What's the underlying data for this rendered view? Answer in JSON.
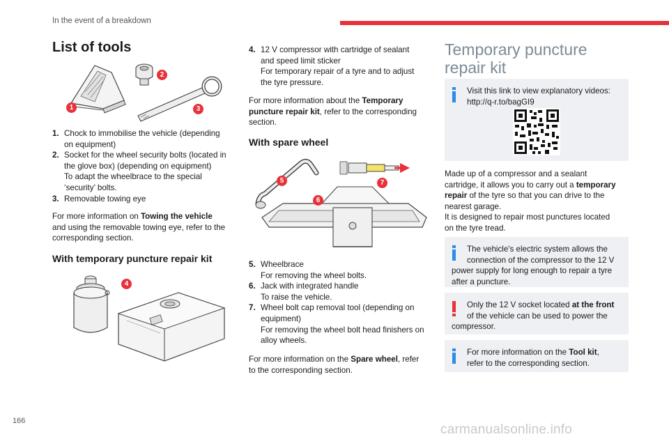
{
  "header": {
    "section": "In the event of a breakdown"
  },
  "page_number": "166",
  "footer": {
    "watermark": "carmanualsonline.info"
  },
  "col1": {
    "title": "List of tools",
    "badges": [
      "1",
      "2",
      "3"
    ],
    "items": [
      {
        "num": "1.",
        "lines": [
          "Chock to immobilise the vehicle (depending",
          "on equipment)"
        ]
      },
      {
        "num": "2.",
        "lines": [
          "Socket for the wheel security bolts (located in",
          "the glove box) (depending on equipment)",
          "To adapt the wheelbrace to the special",
          "‘security’ bolts."
        ]
      },
      {
        "num": "3.",
        "lines": [
          "Removable towing eye"
        ]
      }
    ],
    "more_info": {
      "pre": "For more information on ",
      "bold": "Towing the vehicle",
      "post": "and using the removable towing eye, refer to the",
      "post2": "corresponding section."
    },
    "subheading": "With temporary puncture repair kit",
    "badge4": "4"
  },
  "col2": {
    "item4": {
      "num": "4.",
      "lines": [
        "12 V compressor with cartridge of sealant",
        "and speed limit sticker",
        "For temporary repair of a tyre and to adjust",
        "the tyre pressure."
      ]
    },
    "more_info": {
      "pre": "For more information about the ",
      "bold1": "Temporary",
      "bold2": "puncture repair kit",
      "post": ", refer to the corresponding",
      "post2": "section."
    },
    "subheading": "With spare wheel",
    "badges": [
      "5",
      "6",
      "7"
    ],
    "items": [
      {
        "num": "5.",
        "lines": [
          "Wheelbrace",
          "For removing the wheel bolts."
        ]
      },
      {
        "num": "6.",
        "lines": [
          "Jack with integrated handle",
          "To raise the vehicle."
        ]
      },
      {
        "num": "7.",
        "lines": [
          "Wheel bolt cap removal tool (depending on",
          "equipment)",
          "For removing the wheel bolt head finishers on",
          "alloy wheels."
        ]
      }
    ],
    "more_info2": {
      "pre": "For more information on the ",
      "bold": "Spare wheel",
      "post": ", refer",
      "post2": "to the corresponding section."
    }
  },
  "col3": {
    "title_line1": "Temporary puncture",
    "title_line2": "repair kit",
    "video_box": {
      "line1": "Visit this link to view explanatory videos:",
      "line2": "http://q-r.to/bagGI9"
    },
    "intro": {
      "l1": "Made up of a compressor and a sealant",
      "l2_pre": "cartridge, it allows you to carry out a ",
      "l2_bold": "temporary",
      "l3_bold": "repair",
      "l3_post": " of the tyre so that you can drive to the",
      "l4": "nearest garage.",
      "l5": "It is designed to repair most punctures located",
      "l6": "on the tyre tread."
    },
    "info_box": {
      "lines": [
        "The vehicle's electric system allows the",
        "connection of the compressor to the 12 V",
        "power supply for long enough to repair a tyre",
        "after a puncture."
      ]
    },
    "warning_box": {
      "l1_pre": "Only the 12 V socket located ",
      "l1_bold": "at the front",
      "l2": "of the vehicle can be used to power the",
      "l3": "compressor."
    },
    "tool_box": {
      "l1_pre": "For more information on the ",
      "l1_bold": "Tool kit",
      "l1_post": ",",
      "l2": "refer to the corresponding section."
    }
  },
  "colors": {
    "accent_red": "#e8313a",
    "info_blue": "#2e8ce6",
    "title_grey": "#7a8a96",
    "box_bg": "#eef0f3"
  }
}
